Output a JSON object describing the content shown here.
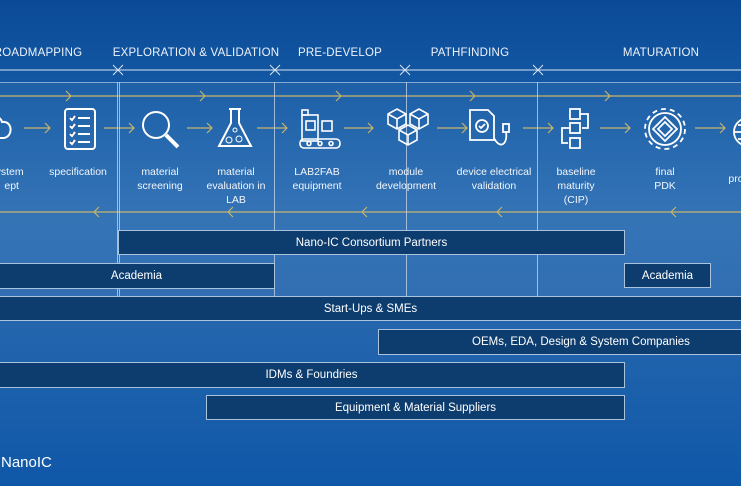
{
  "phases": [
    {
      "label": "ROADMAPPING"
    },
    {
      "label": "EXPLORATION & VALIDATION"
    },
    {
      "label": "PRE-DEVELOP"
    },
    {
      "label": "PATHFINDING"
    },
    {
      "label": "MATURATION"
    }
  ],
  "steps": [
    {
      "icon": "cloud-icon",
      "lines": [
        "system",
        "ept"
      ]
    },
    {
      "icon": "checklist-icon",
      "lines": [
        "specification"
      ]
    },
    {
      "icon": "magnifier-icon",
      "lines": [
        "material",
        "screening"
      ]
    },
    {
      "icon": "flask-icon",
      "lines": [
        "material",
        "evaluation in",
        "LAB"
      ]
    },
    {
      "icon": "lab-equipment-icon",
      "lines": [
        "LAB2FAB",
        "equipment"
      ]
    },
    {
      "icon": "cubes-icon",
      "lines": [
        "module",
        "development"
      ]
    },
    {
      "icon": "device-plug-icon",
      "lines": [
        "device electrical",
        "validation"
      ]
    },
    {
      "icon": "flowchart-icon",
      "lines": [
        "baseline",
        "maturity",
        "(CIP)"
      ]
    },
    {
      "icon": "chip-gear-icon",
      "lines": [
        "final",
        "PDK"
      ]
    },
    {
      "icon": "globe-icon",
      "lines": [
        "pro"
      ]
    }
  ],
  "bars": {
    "consortium": "Nano-IC Consortium Partners",
    "academia_left": "Academia",
    "academia_right": "Academia",
    "startups": "Start-Ups & SMEs",
    "oems": "OEMs, EDA, Design & System Companies",
    "idms": "IDMs & Foundries",
    "suppliers": "Equipment & Material Suppliers"
  },
  "footer": {
    "logo": "NanoIC"
  },
  "colors": {
    "bar": "#0d3c6e",
    "arrow": "#c8b46a",
    "background": "#145aa6"
  }
}
